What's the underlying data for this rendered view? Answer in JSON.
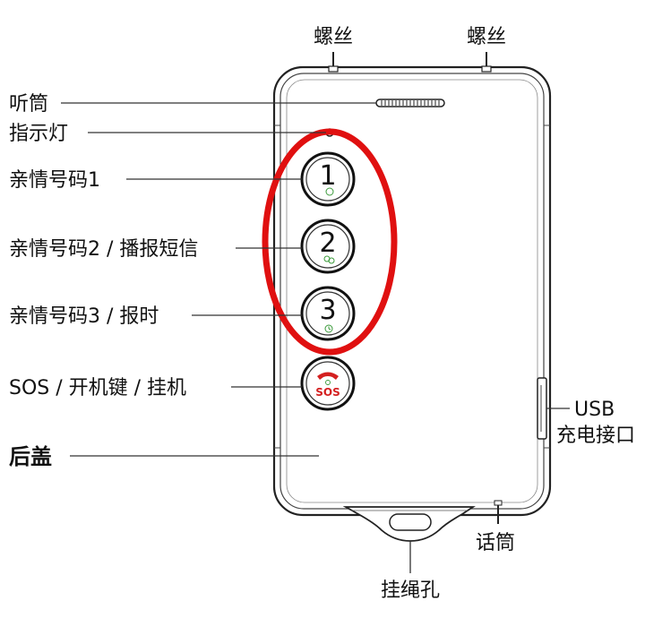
{
  "labels": {
    "screw_left": "螺丝",
    "screw_right": "螺丝",
    "receiver": "听筒",
    "indicator": "指示灯",
    "family1": "亲情号码1",
    "family2": "亲情号码2 / 播报短信",
    "family3": "亲情号码3 / 报时",
    "sos": "SOS / 开机键 / 挂机",
    "back_cover": "后盖",
    "usb_line1": "USB",
    "usb_line2": "充电接口",
    "microphone": "话筒",
    "lanyard": "挂绳孔"
  },
  "buttons": {
    "b1": "1",
    "b2": "2",
    "b3": "3",
    "sos": "SOS"
  },
  "colors": {
    "highlight": "#e01010",
    "sos": "#d42020",
    "line": "#333333",
    "icon_green": "#3a9a3a"
  }
}
